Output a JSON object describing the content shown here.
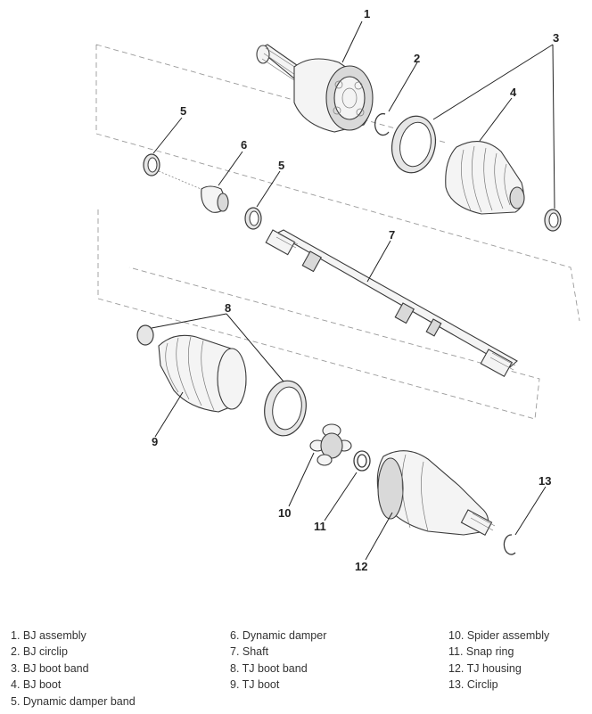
{
  "callouts": {
    "c1": "1",
    "c2": "2",
    "c3": "3",
    "c4": "4",
    "c5_top": "5",
    "c6": "6",
    "c5_mid": "5",
    "c7": "7",
    "c8": "8",
    "c9": "9",
    "c10": "10",
    "c11": "11",
    "c12": "12",
    "c13": "13"
  },
  "legend": {
    "col1": [
      "1. BJ assembly",
      "2. BJ circlip",
      "3. BJ boot band",
      "4. BJ boot",
      "5. Dynamic damper band"
    ],
    "col2": [
      "6. Dynamic damper",
      "7. Shaft",
      "8. TJ boot band",
      "9. TJ boot"
    ],
    "col3": [
      "10. Spider assembly",
      "11. Snap ring",
      "12. TJ housing",
      "13. Circlip"
    ]
  }
}
